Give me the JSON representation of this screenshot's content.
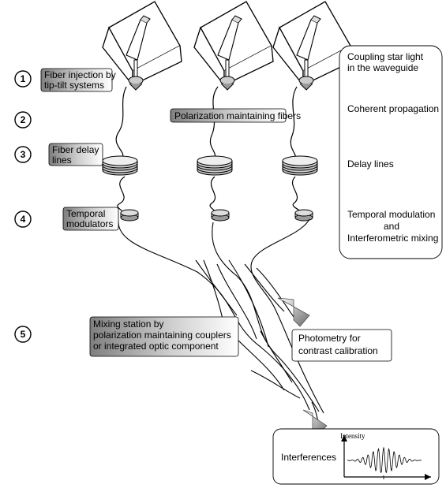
{
  "steps": [
    "1",
    "2",
    "3",
    "4",
    "5"
  ],
  "labels": {
    "fiber_injection": [
      "Fiber injection by",
      "tip-tilt systems"
    ],
    "polarization": "Polarization maintaining fibers",
    "fiber_delay": [
      "Fiber delay",
      "lines"
    ],
    "temporal_mod": [
      "Temporal",
      "modulators"
    ],
    "mixing_station": [
      "Mixing station by",
      "polarization maintaining couplers",
      "or integrated optic component"
    ],
    "photometry": [
      "Photometry for",
      "contrast calibration"
    ],
    "interferences": "Interferences",
    "intensity": "Intensity"
  },
  "right_panel": {
    "coupling": [
      "Coupling star light",
      "in the waveguide"
    ],
    "coherent": "Coherent propagation",
    "delay": "Delay lines",
    "temporal": [
      "Temporal modulation",
      "and",
      "Interferometric mixing"
    ]
  },
  "colors": {
    "gray_box_start": "#8c8c8c",
    "gray_box_end": "#ffffff",
    "line": "#000000"
  }
}
